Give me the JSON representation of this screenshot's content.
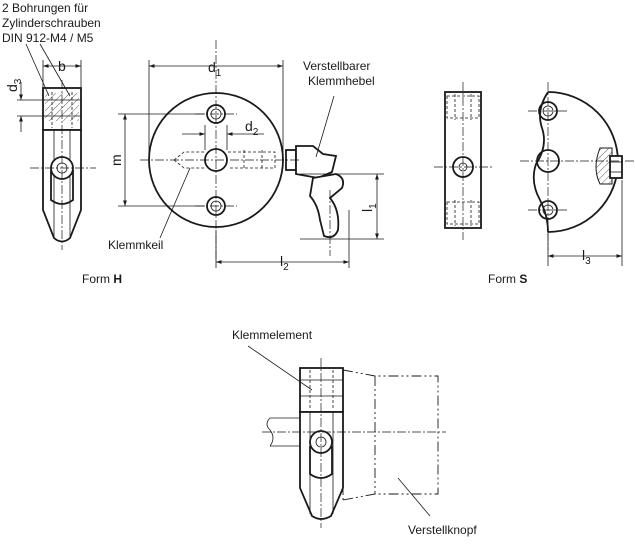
{
  "labels": {
    "bores_line1": "2 Bohrungen für",
    "bores_line2": "Zylinderschrauben",
    "bores_line3": "DIN 912-M4 / M5",
    "lever_line1": "Verstellbarer",
    "lever_line2": "Klemmhebel",
    "wedge": "Klemmkeil",
    "form_h_prefix": "Form ",
    "form_h_letter": "H",
    "form_s_prefix": "Form ",
    "form_s_letter": "S",
    "clamp_element": "Klemmelement",
    "adjust_knob": "Verstellknopf"
  },
  "dimensions": {
    "b": "b",
    "d3_main": "d",
    "d3_sub": "3",
    "d1_main": "d",
    "d1_sub": "1",
    "d2_main": "d",
    "d2_sub": "2",
    "m": "m",
    "l1_main": "l",
    "l1_sub": "1",
    "l2_main": "l",
    "l2_sub": "2",
    "l3_main": "l",
    "l3_sub": "3"
  }
}
